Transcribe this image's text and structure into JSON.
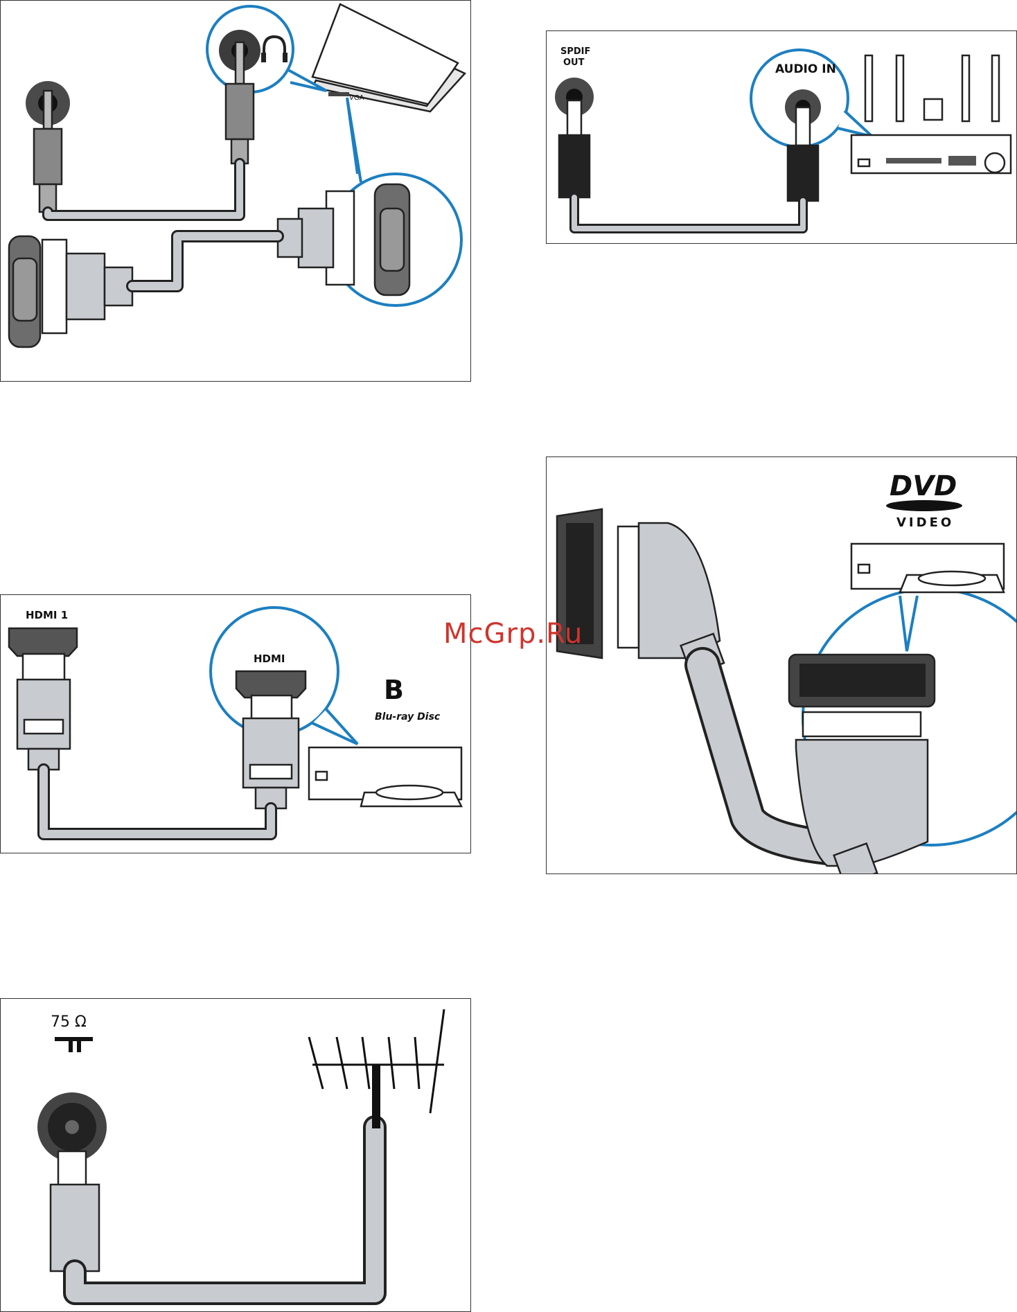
{
  "panels": {
    "vga_audio": {
      "laptop_port_label": "VGA"
    },
    "spdif": {
      "spdif_label_line1": "SPDIF",
      "spdif_label_line2": "OUT",
      "audio_in_label": "AUDIO IN"
    },
    "hdmi": {
      "hdmi1_label": "HDMI 1",
      "hdmi_label": "HDMI",
      "bluray_logo_text": "Blu-ray Disc"
    },
    "scart": {
      "dvd_logo": "DVD",
      "dvd_video": "VIDEO"
    },
    "antenna": {
      "impedance_label": "75 Ω"
    }
  },
  "watermark": "McGrp.Ru",
  "colors": {
    "accent_blue": "#1c7fc1",
    "cable_gray": "#c8ccd0",
    "connector_dark": "#3a3a3a"
  }
}
